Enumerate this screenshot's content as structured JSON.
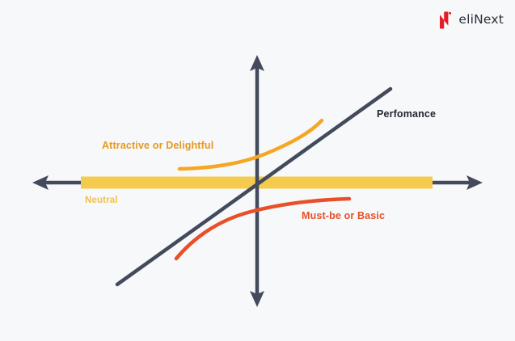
{
  "page": {
    "title": "Kano Model Diagram",
    "background_color": "#f7f8fa"
  },
  "logo": {
    "mark_name": "elinext-n-mark",
    "mark_color": "#e21f26",
    "wordmark": "eliNext",
    "wordmark_color": "#2b2f38"
  },
  "chart_data": {
    "type": "line",
    "title": "",
    "subtitle": "",
    "xlabel": "",
    "ylabel": "",
    "grid": false,
    "legend_position": "inline-annotations",
    "axes": {
      "horizontal": {
        "name": "horizontal-axis",
        "color": "#434a5c",
        "arrow_both_ends": true,
        "x_start": 42,
        "x_end": 595,
        "y": 226
      },
      "vertical": {
        "name": "vertical-axis",
        "color": "#434a5c",
        "arrow_both_ends": true,
        "x": 318,
        "y_start": 70,
        "y_end": 378
      },
      "origin": {
        "x": 318,
        "y": 226
      }
    },
    "series": [
      {
        "name": "Neutral",
        "label": "Neutral",
        "kind": "band",
        "color": "#f5cb4e",
        "label_color": "#efc24e",
        "x_start": 100,
        "x_end": 535,
        "y": 226,
        "thickness": 15
      },
      {
        "name": "Attractive or Delightful",
        "label": "Attractive or Delightful",
        "kind": "curve-exponential",
        "color": "#f5a623",
        "label_color": "#e8981f",
        "points": [
          [
            222,
            209
          ],
          [
            280,
            205
          ],
          [
            330,
            192
          ],
          [
            370,
            171
          ],
          [
            398,
            150
          ]
        ]
      },
      {
        "name": "Must-be or Basic",
        "label": "Must-be or Basic",
        "kind": "curve-logarithmic",
        "color": "#e8502a",
        "label_color": "#e8502a",
        "points": [
          [
            218,
            320
          ],
          [
            255,
            288
          ],
          [
            300,
            268
          ],
          [
            360,
            253
          ],
          [
            432,
            246
          ]
        ]
      },
      {
        "name": "Perfomance",
        "label": "Perfomance",
        "kind": "line-diagonal",
        "color": "#434a5c",
        "label_color": "#1f2430",
        "points": [
          [
            145,
            352
          ],
          [
            483,
            110
          ]
        ]
      }
    ]
  }
}
